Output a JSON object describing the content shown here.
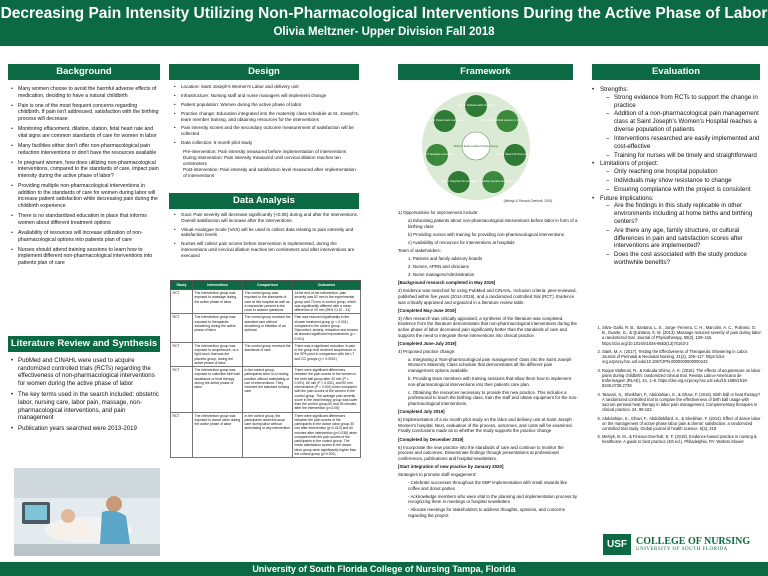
{
  "title": "Decreasing Pain Intensity Utilizing Non-Pharmacological Interventions During the Active Phase of Labor",
  "subtitle": "Olivia Meltzner- Upper Division Fall 2018",
  "footer": "University of South Florida College of Nursing Tampa, Florida",
  "headings": {
    "background": "Background",
    "design": "Design",
    "framework": "Framework",
    "evaluation": "Evaluation",
    "literature": "Literature Review and Synthesis",
    "data": "Data Analysis"
  },
  "background": [
    "Many women choose to avoid the harmful adverse effects of medication, deciding to have a natural childbirth",
    "Pain is one of the most frequent concerns regarding childbirth. If pain isn't addressed, satisfaction with the birthing process will decrease",
    "Monitoring effacement, dilation, station, fetal heart rate and vital signs are common standards of care for women in labor",
    "Many facilities either don't offer non-pharmacological pain reduction interventions or don't have the resources available",
    "In pregnant women, how does utilizing non-pharmacological interventions, compared to the standards of care, impact pain intensity during the active phase of labor?",
    "Providing multiple non-pharmacological interventions in addition to the standards of care for women during labor will increase patient satisfaction while decreasing pain during the childbirth experience",
    "There is no standardized education in place that informs women about different treatment options",
    "Availability of resources will increase utilization of non-pharmacological options into patients plan of care",
    "Nurses should attend training sessions to learn how to implement different non-pharmacological interventions into patients plan of care"
  ],
  "literature": [
    "PubMed and CINAHL were used to acquire randomized controlled trials (RCTs) regarding the effectiveness of non-pharmacological interventions for women during the active phase of labor",
    "The key terms used in the search included: obstetric labor, nursing care, labor pain, massage, non-pharmacological interventions, and pain management",
    "Publication years searched were 2013-2019"
  ],
  "design": [
    "Location: Saint Joseph's Women's Labor and delivery unit",
    "Infrastructure: Nursing staff and nurse managers will implement change",
    "Patient population: Women during the active phase of labor",
    "Practice change: Education integrated into the maternity class schedule at St. Joseph's, team member training, and obtaining resources for the interventions",
    "Pain intensity scores and the secondary outcome measurement of satisfaction will be collected",
    "Data collection: 6 month pilot study"
  ],
  "design_sub": [
    "Pre-intervention: Pain intensity measured before implementation of interventions",
    "During intervention: Pain intensity measured until cervical dilation reaches ten centimeters",
    "Post-intervention: Pain intensity and satisfaction level measured after implementation of interventions"
  ],
  "data": [
    "Goal: Pain severity will decrease significantly (<0.05) during and after the interventions. Overall satisfaction will increase after the interventions.",
    "Visual Analogue Scale (VAS) will be used to collect data relating to pain intensity and satisfaction levels",
    "Nurses will collect pain scores before intervention is implemented, during the interventions until cervical dilation reaches ten centimeters and after interventions are executed"
  ],
  "table": {
    "headers": [
      "Study",
      "Intervention",
      "Comparison",
      "Outcomes"
    ],
    "rows": [
      [
        "RCT",
        "The intervention group was exposed to massage during the active phase of labor",
        "The control group was exposed to the standards of care at this hospital as well as a researcher present in the room to answer questions",
        "At the end of the intervention, pain severity was 52 mm in the experimental group and 73 mm in control group, which was significantly different with a mean difference of 20 mm (95% CI 10 - 31)"
      ],
      [
        "RCT",
        "The intervention group was exposed to therapeutic showering during the active phase of labor",
        "The control group received the standard care without showering or initiation of an epidural",
        "Pain was reduced significantly in the shower treatment group (p < 0.001) compared to the control group. Discomfort, anxiety, relaxation and tension all showed significant improvements (p < 0.001)"
      ],
      [
        "RCT",
        "The intervention group was exposed to acupressure, or a light touch that was the placebo group, during the active phase of labor",
        "The control group received the standards of care",
        "There was a significant reduction in pain in the group that received acupressure in the SP6 point in comparison with the LT and CG groups (p < 0.0001)"
      ],
      [
        "RCT",
        "The intervention group was exposed to collective birth ball assistance or heat therapy during the active phase of labor",
        "In the control group, participants were in a rocking position without ambulating or use of interventions. They received the standard nursing care",
        "There were significant differences between the pain scores of the women in the birth ball group after 30 min (P < 0.001), 60 min (P < 0.001), and 90 min interventions (P < 0.001) when compared with the pain scores of the women in the control group. The average pain severity score in the heat therapy group was lower than the control group 60 and 90 minutes after the intervention (p<0.05)"
      ],
      [
        "RCT",
        "The intervention group was exposed to dance labor during the active phase of labor",
        "In the control group, the participants received usual care during labor without ambulating or any intervention",
        "There were significant differences between the pain scores of the participants in the dance labor group 30 min after intervention (p<0.013) and 60 minutes after intervention (p<0.038) when compared with the pain scores of the participants in the control group. The mean satisfaction scores in the dance labor group were significantly higher than the control group (p<0.001)"
      ]
    ]
  },
  "framework_label": "(Melnyk & Fineout-Overholt, 2019)",
  "framework_steps": [
    "Step 0: Cultivate spirit of inquiry",
    "Step 1: Ask clinical question in PICOT format",
    "Step 2: Search for best evidence",
    "Step 3: Critically appraise the evidence",
    "Step 4: Integrate the evidence",
    "Step 5: Evaluate outcomes",
    "Step 6: Disseminate outcomes"
  ],
  "framework_center": "Model for Evidence-Based Practice Change",
  "mid": [
    {
      "t": "1) Opportunities for improvement include:",
      "ind": false
    },
    {
      "t": "a) Educating patients about non-pharmacological interventions before labor in form of a birthing class",
      "ind": true
    },
    {
      "t": "b) Providing nurses with training for providing non-pharmacological interventions",
      "ind": true
    },
    {
      "t": "c) Availability of resources for interventions at hospitals",
      "ind": true
    },
    {
      "t": "Team of stakeholders:",
      "ind": false
    },
    {
      "t": "1. Patients and family advisory boards",
      "ind": true
    },
    {
      "t": "2. Nurses, APRN and clinicians",
      "ind": true
    },
    {
      "t": "3. Nurse managers/Administration",
      "ind": true
    },
    {
      "t": "[Background research completed in May 2019]",
      "ind": false,
      "b": true
    },
    {
      "t": "2) Evidence was searched for using PubMed and CINAHL. Inclusion criteria: peer-reviewed, published within five years (2014-2019), and a randomized controlled trial (RCT). Evidence was critically appraised and organized in a literature review table.",
      "ind": false
    },
    {
      "t": "[Completed May-June 2019]",
      "ind": false,
      "b": true
    },
    {
      "t": "3) After research was critically appraised, a synthesis of the literature was completed. Evidence from the literature demonstrates that non-pharmacological interventions during the active phase of labor decreased pain significantly better than the standards of care and supports the need to integrate these interventions into clinical practice.",
      "ind": false
    },
    {
      "t": "[Completed June-July 2019]",
      "ind": false,
      "b": true
    },
    {
      "t": "4) Proposed practice change:",
      "ind": false
    },
    {
      "t": "a. Integrating a 'Non-pharmacological pain management' class into the Saint Joseph Women's Maternity Class schedule that demonstrates all the different pain management options available.",
      "ind": true
    },
    {
      "t": "b. Providing team members with training sessions that allow them how to implement non-pharmacological interventions into their patients care plan.",
      "ind": true
    },
    {
      "t": "c. Obtaining the resources necessary to provide this new practice. This includes a professional to teach the birthing class, train the staff and obtain equipment for the non-pharmacological interventions.",
      "ind": true
    },
    {
      "t": "[Completed July 2019]",
      "ind": false,
      "b": true
    },
    {
      "t": "5) Implementation of a six month pilot study on the labor and delivery unit at Saint Joseph Women's hospital. Next, evaluation of the process, outcomes, and costs will be examined. Finally conclusions made as to whether the study supports the practice change",
      "ind": false
    },
    {
      "t": "[Completed by December 2019]",
      "ind": false,
      "b": true
    },
    {
      "t": "6) Incorporate the new practice into the standards of care and continue to monitor the process and outcomes. Disseminate findings through presentations at professional conferences, publications and hospital newsletters.",
      "ind": false
    },
    {
      "t": "[Start integration of new practice by January 2020]",
      "ind": false,
      "b": true
    },
    {
      "t": "Strategies to promote staff engagement:",
      "ind": false
    },
    {
      "t": "- Celebrate successes throughout the EBP implementation with small rewards like coffee and donut parties",
      "ind": true
    },
    {
      "t": "- Acknowledge members who were vital to the planning and implementation process by recognizing them in meetings or hospital newsletters",
      "ind": true
    },
    {
      "t": "- Allocate meetings for stakeholders to address thoughts, opinions, and concerns regarding the project.",
      "ind": true
    }
  ],
  "eval": {
    "strengths_h": "Strengths:",
    "strengths": [
      "Strong evidence from RCTs to support the change in practice",
      "Addition of a non-pharmacological pain management class at Saint Joseph's Women's Hospital reaches a diverse population of patients",
      "Interventions researched are easily implemented and cost-effective",
      "Training for nurses will be timely and straightforward"
    ],
    "limits_h": "Limitations of project:",
    "limits": [
      "Only reaching one hospital population",
      "Individuals may show resistance to change",
      "Ensuring compliance with the project is consistent"
    ],
    "future_h": "Future implications:",
    "future": [
      "Are the findings in this study replicable in other environments including at home births and birthing centers?",
      "Are there any age, family structure, or cultural differences in pain and satisfaction scores after interventions are implemented?",
      "Does the cost associated with the study produce worthwhile benefits?"
    ]
  },
  "refs": [
    "Silva- Gallo, R. B., Santana, L. S., Jorge- Ferreira, C. H., Marcolin, A. C., Polineto, O. B., Duarte, G., & Quintana, S. M. (2013). Massage reduced severity of pain during labor: a randomized trial. Journal of Physiotherapy, 59(2), 109–116. https://doi.org/10.1016/S1836-9553(13)70163-2",
    "Stark, M. A. (2017). Testing the Effectiveness of Therapeutic Showering in Labor. Journal of Perinatal & Neonatal Nursing, 31(2), 109–117. https://doi-org.ezproxy.hsc.usf.edu/10.1097/JPN.0000000000000243",
    "Roque Mafetoni, R., & Kakuda Shimo, A. K. (2016). The effects of acupressure on labor pains during childbirth: randomized clinical trial. Revista Latino-Americana de Enfermagem (RLAE), 24, 1–8. https://doi-org.ezproxy.hsc.usf.edu/10.1590/1518-8345.0739.2738",
    "Taavoni, S., Sheikhan, F., Abdolahian, S., & Ghavi, F. (2016). Birth ball or heat therapy? A randomized controlled trial to compare the effectiveness of birth ball usage with sacrum-perineal heat therapy in labor pain management. Complementary therapies in clinical practice, 24, 99-102.",
    "Abdolahian, S., Ghavi, F., Abdollahifard, S., & Sheikhan, F. (2014). Effect of dance labor on the management of active phase labor pain & clients' satisfaction: a randomized controlled trial study. Global journal of health science, 6(3), 219.",
    "Melnyk, B. M., & Fineout-Overholt, E. F. (2019). Evidence-based practice in nursing & healthcare: A guide to best practice (4th ed.). Philadelphia, PA: Wolters Kluwer"
  ],
  "logo": {
    "usf": "USF",
    "line1": "COLLEGE OF NURSING",
    "line2": "UNIVERSITY OF SOUTH FLORIDA"
  },
  "colors": {
    "brand": "#0b6a43",
    "panel": "#ffffff"
  }
}
